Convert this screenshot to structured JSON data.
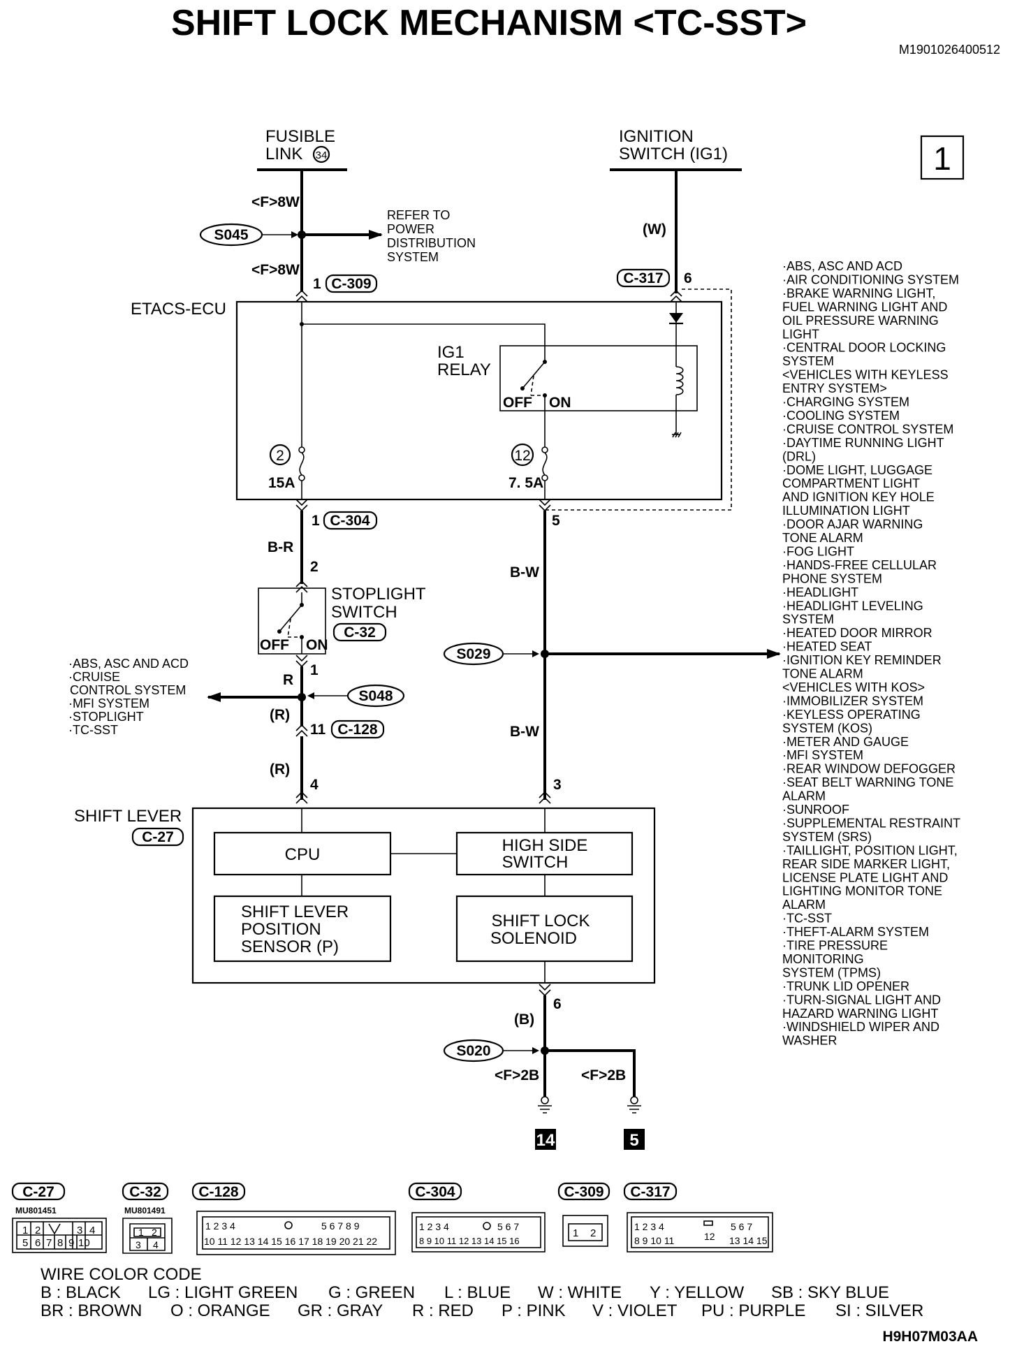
{
  "title": "SHIFT LOCK MECHANISM <TC-SST>",
  "doc_id": "M1901026400512",
  "figure_id": "H9H07M03AA",
  "page_box": "1",
  "sources": {
    "fusible_link_line1": "FUSIBLE",
    "fusible_link_line2": "LINK",
    "fusible_link_num": "34",
    "ignition_line1": "IGNITION",
    "ignition_line2": "SWITCH (IG1)"
  },
  "wires": {
    "f8w_a": "<F>8W",
    "f8w_b": "<F>8W",
    "ign_w": "(W)",
    "br": "B-R",
    "bw_a": "B-W",
    "bw_b": "B-W",
    "r": "R",
    "r_paren_a": "(R)",
    "r_paren_b": "(R)",
    "b_paren": "(B)",
    "f2b_a": "<F>2B",
    "f2b_b": "<F>2B"
  },
  "splices": {
    "s045": "S045",
    "s029": "S029",
    "s048": "S048",
    "s020": "S020"
  },
  "refer_to": [
    "REFER TO",
    "POWER",
    "DISTRIBUTION",
    "SYSTEM"
  ],
  "connectors": {
    "c309": "C-309",
    "c309_pin": "1",
    "c317": "C-317",
    "c317_pin": "6",
    "c304": "C-304",
    "c304_pin_a": "1",
    "c304_pin_b": "5",
    "c32": "C-32",
    "c32_pin_a": "2",
    "c32_pin_b": "1",
    "c128": "C-128",
    "c128_pin": "11",
    "c27": "C-27",
    "c27_pin_a": "4",
    "c27_pin_b": "3",
    "c27_pin_c": "6"
  },
  "etacs": {
    "label": "ETACS-ECU",
    "relay_line1": "IG1",
    "relay_line2": "RELAY",
    "off": "OFF",
    "on": "ON",
    "fuse1_num": "2",
    "fuse1_amp": "15A",
    "fuse2_num": "12",
    "fuse2_amp": "7. 5A"
  },
  "stoplight": {
    "line1": "STOPLIGHT",
    "line2": "SWITCH",
    "off": "OFF",
    "on": "ON"
  },
  "shift_lever": {
    "label": "SHIFT LEVER",
    "cpu": "CPU",
    "hss_line1": "HIGH SIDE",
    "hss_line2": "SWITCH",
    "sensor_line1": "SHIFT LEVER",
    "sensor_line2": "POSITION",
    "sensor_line3": "SENSOR (P)",
    "solenoid_line1": "SHIFT LOCK",
    "solenoid_line2": "SOLENOID"
  },
  "grounds": [
    "14",
    "5"
  ],
  "left_list": [
    "·ABS, ASC AND ACD",
    "·CRUISE",
    " CONTROL SYSTEM",
    "·MFI SYSTEM",
    "·STOPLIGHT",
    "·TC-SST"
  ],
  "right_list": [
    "·ABS, ASC AND ACD",
    "·AIR CONDITIONING SYSTEM",
    "·BRAKE WARNING LIGHT,",
    " FUEL WARNING LIGHT AND",
    " OIL PRESSURE WARNING",
    " LIGHT",
    "·CENTRAL DOOR LOCKING",
    " SYSTEM",
    " <VEHICLES WITH KEYLESS",
    " ENTRY SYSTEM>",
    "·CHARGING SYSTEM",
    "·COOLING SYSTEM",
    "·CRUISE CONTROL SYSTEM",
    "·DAYTIME RUNNING LIGHT",
    " (DRL)",
    "·DOME LIGHT, LUGGAGE",
    " COMPARTMENT LIGHT",
    " AND IGNITION KEY HOLE",
    " ILLUMINATION LIGHT",
    "·DOOR AJAR WARNING",
    " TONE ALARM",
    "·FOG LIGHT",
    "·HANDS-FREE CELLULAR",
    " PHONE SYSTEM",
    "·HEADLIGHT",
    "·HEADLIGHT LEVELING",
    " SYSTEM",
    "·HEATED DOOR MIRROR",
    "·HEATED SEAT",
    "·IGNITION KEY REMINDER",
    " TONE ALARM",
    " <VEHICLES WITH KOS>",
    "·IMMOBILIZER SYSTEM",
    "·KEYLESS OPERATING",
    " SYSTEM (KOS)",
    "·METER AND GAUGE",
    "·MFI SYSTEM",
    "·REAR WINDOW DEFOGGER",
    "·SEAT BELT WARNING TONE",
    " ALARM",
    "·SUNROOF",
    "·SUPPLEMENTAL RESTRAINT",
    " SYSTEM (SRS)",
    "·TAILLIGHT, POSITION LIGHT,",
    " REAR SIDE MARKER LIGHT,",
    " LICENSE PLATE LIGHT AND",
    " LIGHTING MONITOR TONE",
    " ALARM",
    "·TC-SST",
    "·THEFT-ALARM SYSTEM",
    "·TIRE PRESSURE",
    " MONITORING",
    " SYSTEM (TPMS)",
    "·TRUNK LID OPENER",
    "·TURN-SIGNAL LIGHT AND",
    " HAZARD WARNING LIGHT",
    "·WINDSHIELD WIPER AND",
    " WASHER"
  ],
  "connector_views": {
    "c27": "C-27",
    "c27_part": "MU801451",
    "c32": "C-32",
    "c32_part": "MU801491",
    "c128": "C-128",
    "c304": "C-304",
    "c309": "C-309",
    "c317": "C-317"
  },
  "wire_color_code": {
    "title": "WIRE COLOR CODE",
    "row1": [
      "B : BLACK",
      "LG : LIGHT GREEN",
      "G : GREEN",
      "L : BLUE",
      "W : WHITE",
      "Y : YELLOW",
      "SB : SKY BLUE"
    ],
    "row2": [
      "BR : BROWN",
      "O : ORANGE",
      "GR : GRAY",
      "R : RED",
      "P : PINK",
      "V : VIOLET",
      "PU : PURPLE",
      "SI : SILVER"
    ]
  }
}
